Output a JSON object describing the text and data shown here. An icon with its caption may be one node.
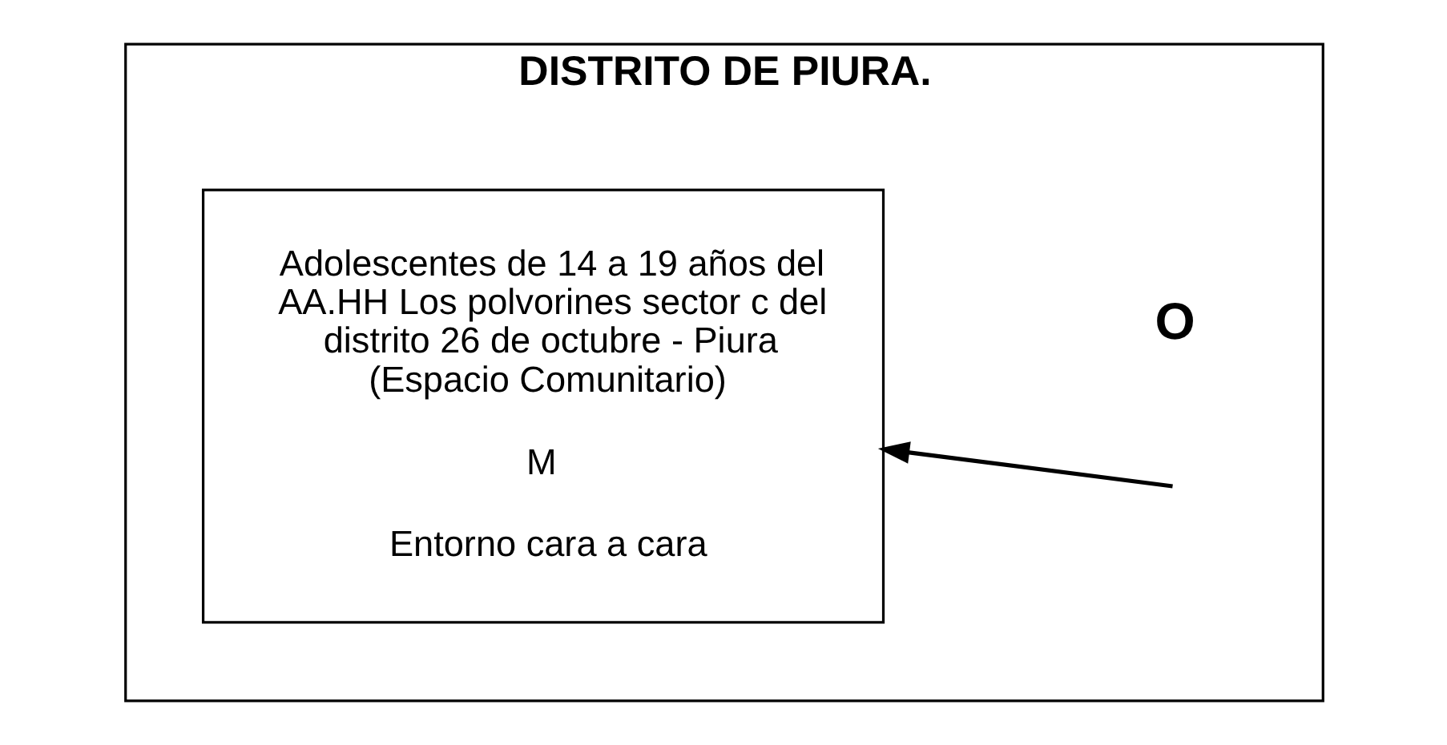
{
  "diagram": {
    "nodes": [
      {
        "text": [
          "DISTRITO DE PIURA."
        ]
      },
      {
        "text": [
          "Adolescentes de 14 a 19 años del AA.HH Los polvorines sector c del distrito 26 de octubre - Piura (Espacio Comunitario)",
          "M",
          "Entorno cara a cara"
        ],
        "in": 0
      }
    ],
    "edges": [
      {
        "from": null,
        "to": 1,
        "arrow": "to"
      }
    ],
    "labels": [
      "O"
    ]
  }
}
